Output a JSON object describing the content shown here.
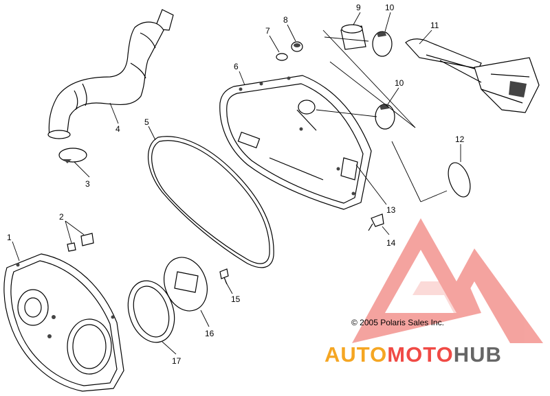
{
  "diagram": {
    "callouts": [
      "1",
      "2",
      "3",
      "4",
      "5",
      "6",
      "7",
      "8",
      "9",
      "10",
      "10",
      "11",
      "12",
      "13",
      "14",
      "15",
      "16",
      "17"
    ],
    "copyright": "© 2005 Polaris Sales Inc."
  },
  "watermark": {
    "word_part1": "AUTO",
    "word_part2": "MOTO",
    "word_part3": "HUB",
    "color_orange": "#f5a623",
    "color_red": "#f04a45",
    "color_gray": "#666666"
  }
}
